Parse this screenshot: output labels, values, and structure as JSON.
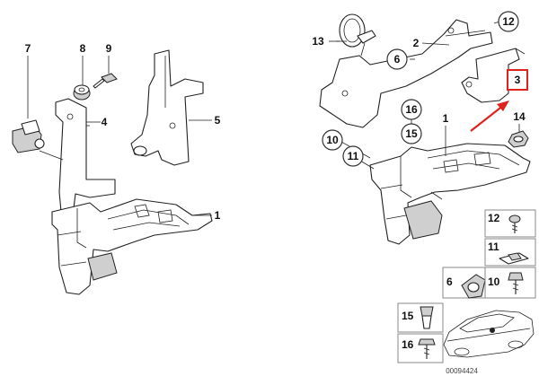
{
  "left_assembly": {
    "callouts": [
      "7",
      "8",
      "9",
      "4",
      "5",
      "1"
    ]
  },
  "right_assembly": {
    "callouts": [
      "13",
      "2",
      "12",
      "6",
      "3",
      "16",
      "15",
      "1",
      "14",
      "10",
      "11"
    ]
  },
  "highlight": {
    "label": "3",
    "color": "#e0221f"
  },
  "legend": {
    "items": [
      "12",
      "11",
      "6",
      "10",
      "15",
      "16"
    ]
  },
  "diagram_id": "00094424"
}
